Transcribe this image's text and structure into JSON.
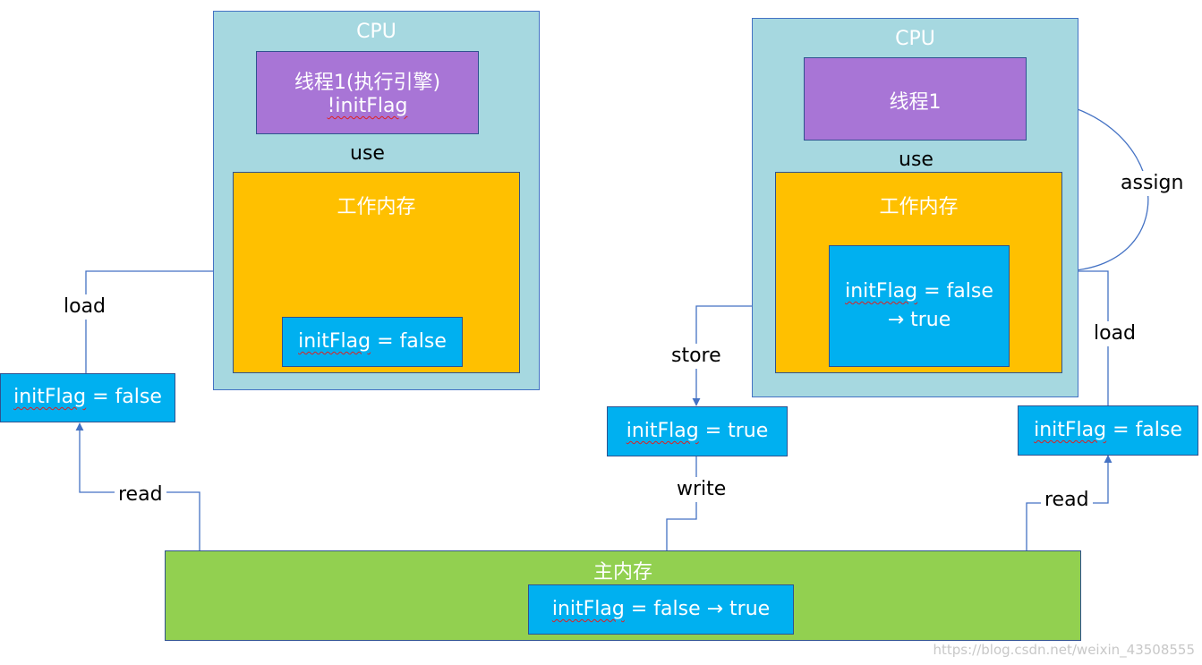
{
  "left": {
    "cpu_label": "CPU",
    "thread_line1": "线程1(执行引擎)",
    "thread_line2": "!initFlag",
    "use_label": "use",
    "workmem_label": "工作内存",
    "workmem_var_name": "initFlag",
    "workmem_var_rest": " = false",
    "load_label": "load",
    "read_label": "read",
    "copy_var_name": "initFlag",
    "copy_var_rest": " = false"
  },
  "right": {
    "cpu_label": "CPU",
    "thread_label": "线程1",
    "use_label": "use",
    "assign_label": "assign",
    "workmem_label": "工作内存",
    "workmem_var_name": "initFlag",
    "workmem_var_rest": " = false",
    "workmem_var_line2": "→ true",
    "load_label": "load",
    "read_label": "read",
    "store_label": "store",
    "write_label": "write",
    "store_var_name": "initFlag",
    "store_var_rest": " = true",
    "load_var_name": "initFlag",
    "load_var_rest": " = false"
  },
  "main": {
    "label": "主内存",
    "var_name": "initFlag",
    "var_rest": " = false → true"
  },
  "watermark": "https://blog.csdn.net/weixin_43508555",
  "colors": {
    "cpu": "#a6d8e0",
    "thread": "#a875d6",
    "work_memory": "#ffc000",
    "main_memory": "#92d050",
    "variable": "#00b0f0",
    "line": "#4472c4"
  }
}
